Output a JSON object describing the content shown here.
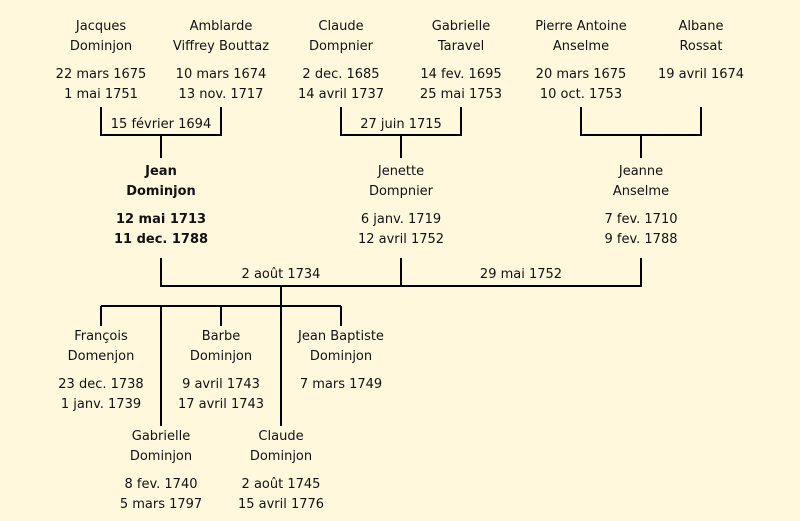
{
  "persons": [
    {
      "id": "jacques",
      "name1": "Jacques",
      "name2": "Dominjon",
      "birth": "22 mars 1675",
      "death": "1 mai 1751"
    },
    {
      "id": "amblarde",
      "name1": "Amblarde",
      "name2": "Viffrey Bouttaz",
      "birth": "10 mars 1674",
      "death": "13 nov. 1717"
    },
    {
      "id": "claude-dompnier",
      "name1": "Claude",
      "name2": "Dompnier",
      "birth": "2 dec. 1685",
      "death": "14 avril 1737"
    },
    {
      "id": "gabrielle-taravel",
      "name1": "Gabrielle",
      "name2": "Taravel",
      "birth": "14 fev. 1695",
      "death": "25 mai 1753"
    },
    {
      "id": "pierre-antoine",
      "name1": "Pierre Antoine",
      "name2": "Anselme",
      "birth": "20 mars 1675",
      "death": "10 oct. 1753"
    },
    {
      "id": "albane",
      "name1": "Albane",
      "name2": "Rossat",
      "birth": "19 avril 1674",
      "death": ""
    },
    {
      "id": "jean",
      "name1": "Jean",
      "name2": "Dominjon",
      "birth": "12 mai 1713",
      "death": "11 dec. 1788"
    },
    {
      "id": "jenette",
      "name1": "Jenette",
      "name2": "Dompnier",
      "birth": "6 janv. 1719",
      "death": "12 avril 1752"
    },
    {
      "id": "jeanne",
      "name1": "Jeanne",
      "name2": "Anselme",
      "birth": "7 fev. 1710",
      "death": "9 fev. 1788"
    },
    {
      "id": "francois",
      "name1": "François",
      "name2": "Domenjon",
      "birth": "23 dec. 1738",
      "death": "1 janv. 1739"
    },
    {
      "id": "barbe",
      "name1": "Barbe",
      "name2": "Dominjon",
      "birth": "9 avril 1743",
      "death": "17 avril 1743"
    },
    {
      "id": "jean-baptiste",
      "name1": "Jean Baptiste",
      "name2": "Dominjon",
      "birth": "7 mars 1749",
      "death": ""
    },
    {
      "id": "gabrielle-dominjon",
      "name1": "Gabrielle",
      "name2": "Dominjon",
      "birth": "8 fev. 1740",
      "death": "5 mars 1797"
    },
    {
      "id": "claude-dominjon",
      "name1": "Claude",
      "name2": "Dominjon",
      "birth": "2 août 1745",
      "death": "15 avril 1776"
    }
  ],
  "marriages": {
    "jacques_amblarde": "15 février 1694",
    "claude_gabrielle": "27 juin 1715",
    "jean_jenette": "2 août 1734",
    "jean_jeanne": "29 mai 1752"
  },
  "colors": {
    "background": "#fff8dd",
    "line": "#000000",
    "text": "#111111"
  }
}
